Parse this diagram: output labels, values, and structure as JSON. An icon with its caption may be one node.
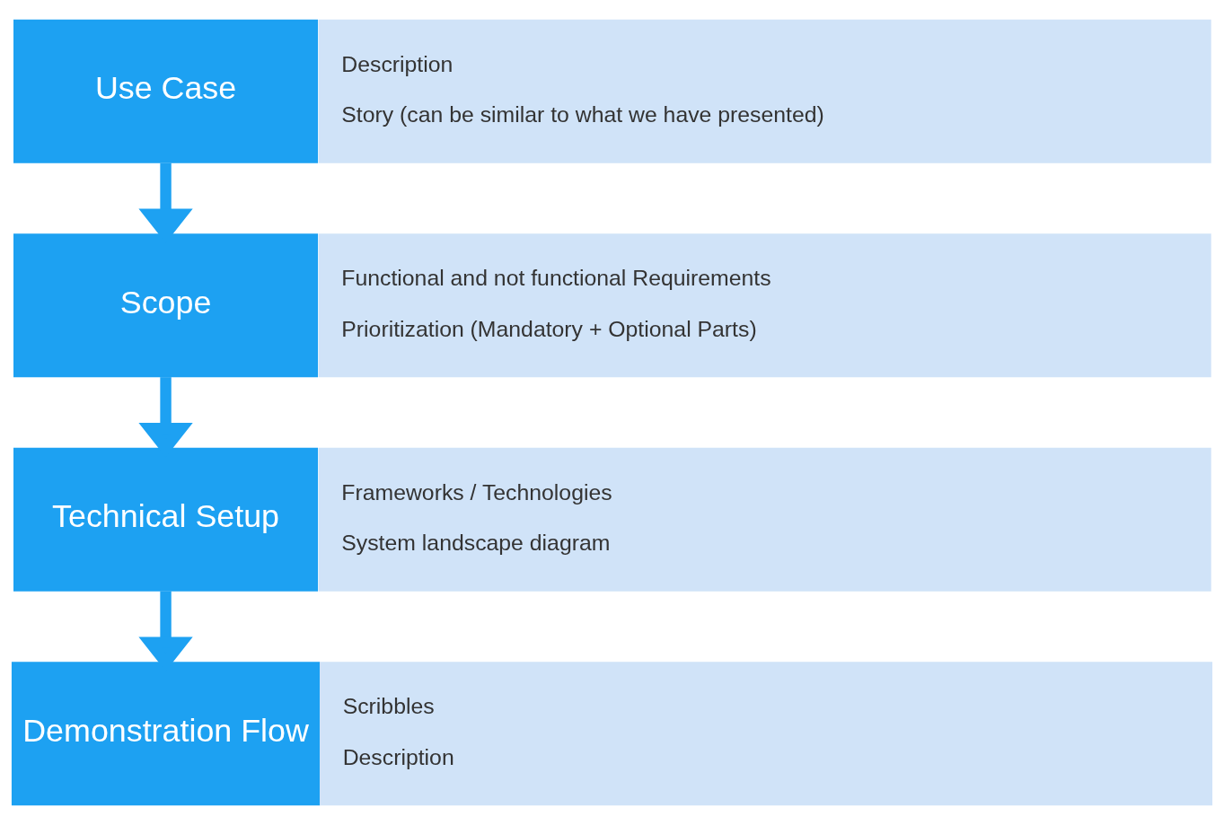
{
  "diagram": {
    "nodes": [
      {
        "text": [
          "Use Case"
        ]
      },
      {
        "text": [
          "Description",
          "Story (can be similar to what we have presented)"
        ]
      },
      {
        "text": [
          "Scope"
        ]
      },
      {
        "text": [
          "Functional and not functional Requirements",
          "Prioritization (Mandatory + Optional Parts)"
        ]
      },
      {
        "text": [
          "Technical Setup"
        ]
      },
      {
        "text": [
          "Frameworks / Technologies",
          "System landscape diagram"
        ]
      },
      {
        "text": [
          "Demonstration Flow"
        ]
      },
      {
        "text": [
          "Scribbles",
          "Description"
        ]
      }
    ],
    "edges": [
      {
        "from": 0,
        "to": 2,
        "arrow": "to"
      },
      {
        "from": 2,
        "to": 4,
        "arrow": "to"
      },
      {
        "from": 4,
        "to": 6,
        "arrow": "to"
      }
    ]
  }
}
